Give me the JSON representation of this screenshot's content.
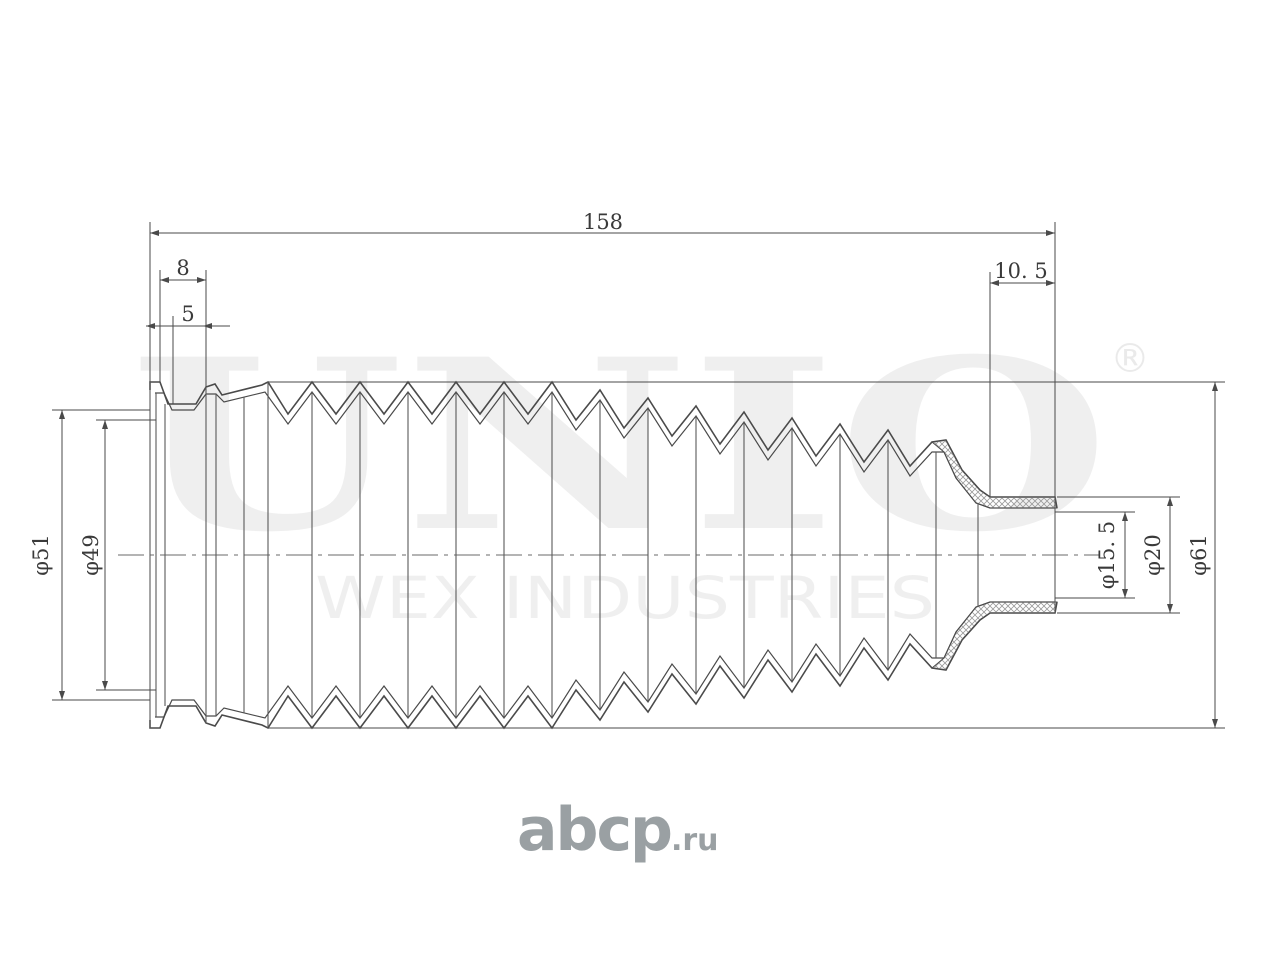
{
  "watermark": {
    "brand": "UNIO",
    "registered": "®",
    "tagline": "WEX INDUSTRIES"
  },
  "dimensions": {
    "overall_length": "158",
    "flange_width": "8",
    "groove_width": "5",
    "small_end_length": "10. 5",
    "outer_large_dia": "φ51",
    "inner_large_dia": "φ49",
    "inner_small_dia": "φ15. 5",
    "outer_small_dia": "φ20",
    "max_bellows_dia": "φ61"
  },
  "footer": {
    "logo_main": "abcp",
    "logo_domain": ".ru"
  },
  "colors": {
    "line": "#4a4a4a",
    "hatch": "#9a9a9a",
    "watermark": "#000000",
    "logo": "#9aa0a3"
  }
}
